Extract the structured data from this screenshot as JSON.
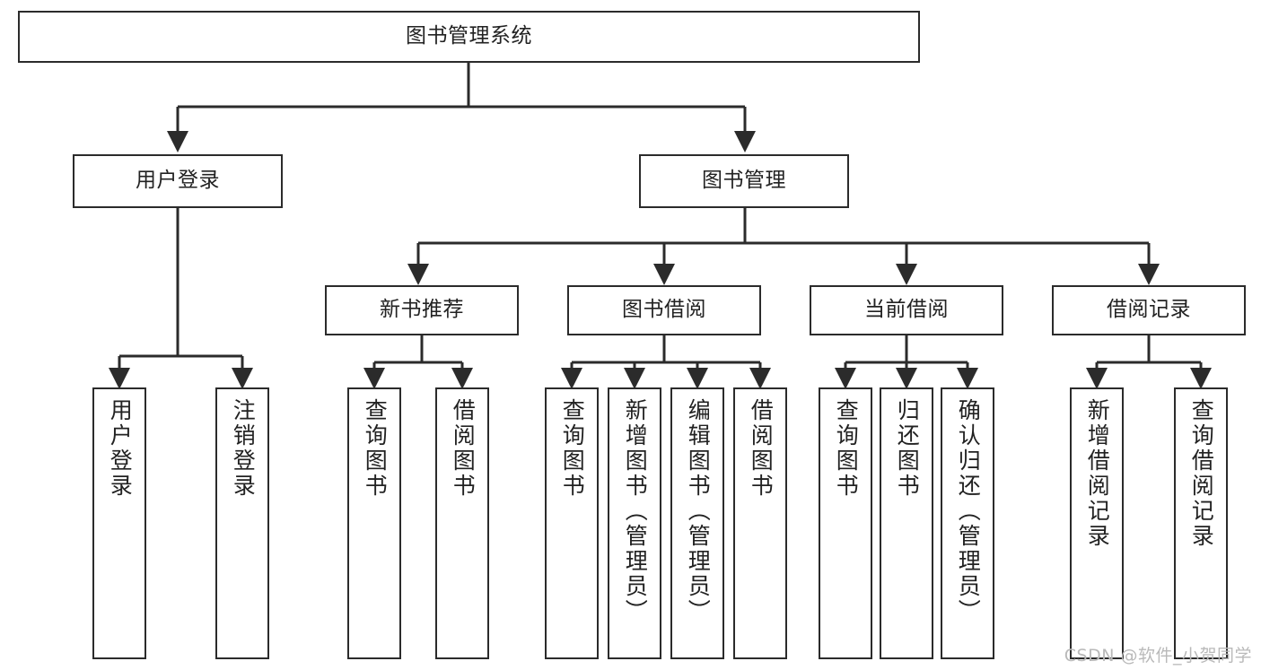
{
  "diagram": {
    "title": "图书管理系统",
    "type": "tree-hierarchy-chart",
    "colors": {
      "box_border": "#2b2b2b",
      "box_fill": "#ffffff",
      "connector": "#2b2b2b",
      "text": "#222222",
      "watermark": "#b9b9b9",
      "background": "#ffffff"
    },
    "root": {
      "label": "图书管理系统"
    },
    "level2": [
      {
        "label": "用户登录"
      },
      {
        "label": "图书管理"
      }
    ],
    "level3": [
      {
        "label": "新书推荐"
      },
      {
        "label": "图书借阅"
      },
      {
        "label": "当前借阅"
      },
      {
        "label": "借阅记录"
      }
    ],
    "leaves": {
      "user_login": [
        {
          "label": "用户登录"
        },
        {
          "label": "注销登录"
        }
      ],
      "new_book_recommend": [
        {
          "label": "查询图书"
        },
        {
          "label": "借阅图书"
        }
      ],
      "book_borrow": [
        {
          "label": "查询图书"
        },
        {
          "label": "新增图书（管理员）"
        },
        {
          "label": "编辑图书（管理员）"
        },
        {
          "label": "借阅图书"
        }
      ],
      "current_borrow": [
        {
          "label": "查询图书"
        },
        {
          "label": "归还图书"
        },
        {
          "label": "确认归还（管理员）"
        }
      ],
      "borrow_record": [
        {
          "label": "新增借阅记录"
        },
        {
          "label": "查询借阅记录"
        }
      ]
    }
  },
  "watermark": {
    "text": "CSDN @软件_小贺同学"
  }
}
